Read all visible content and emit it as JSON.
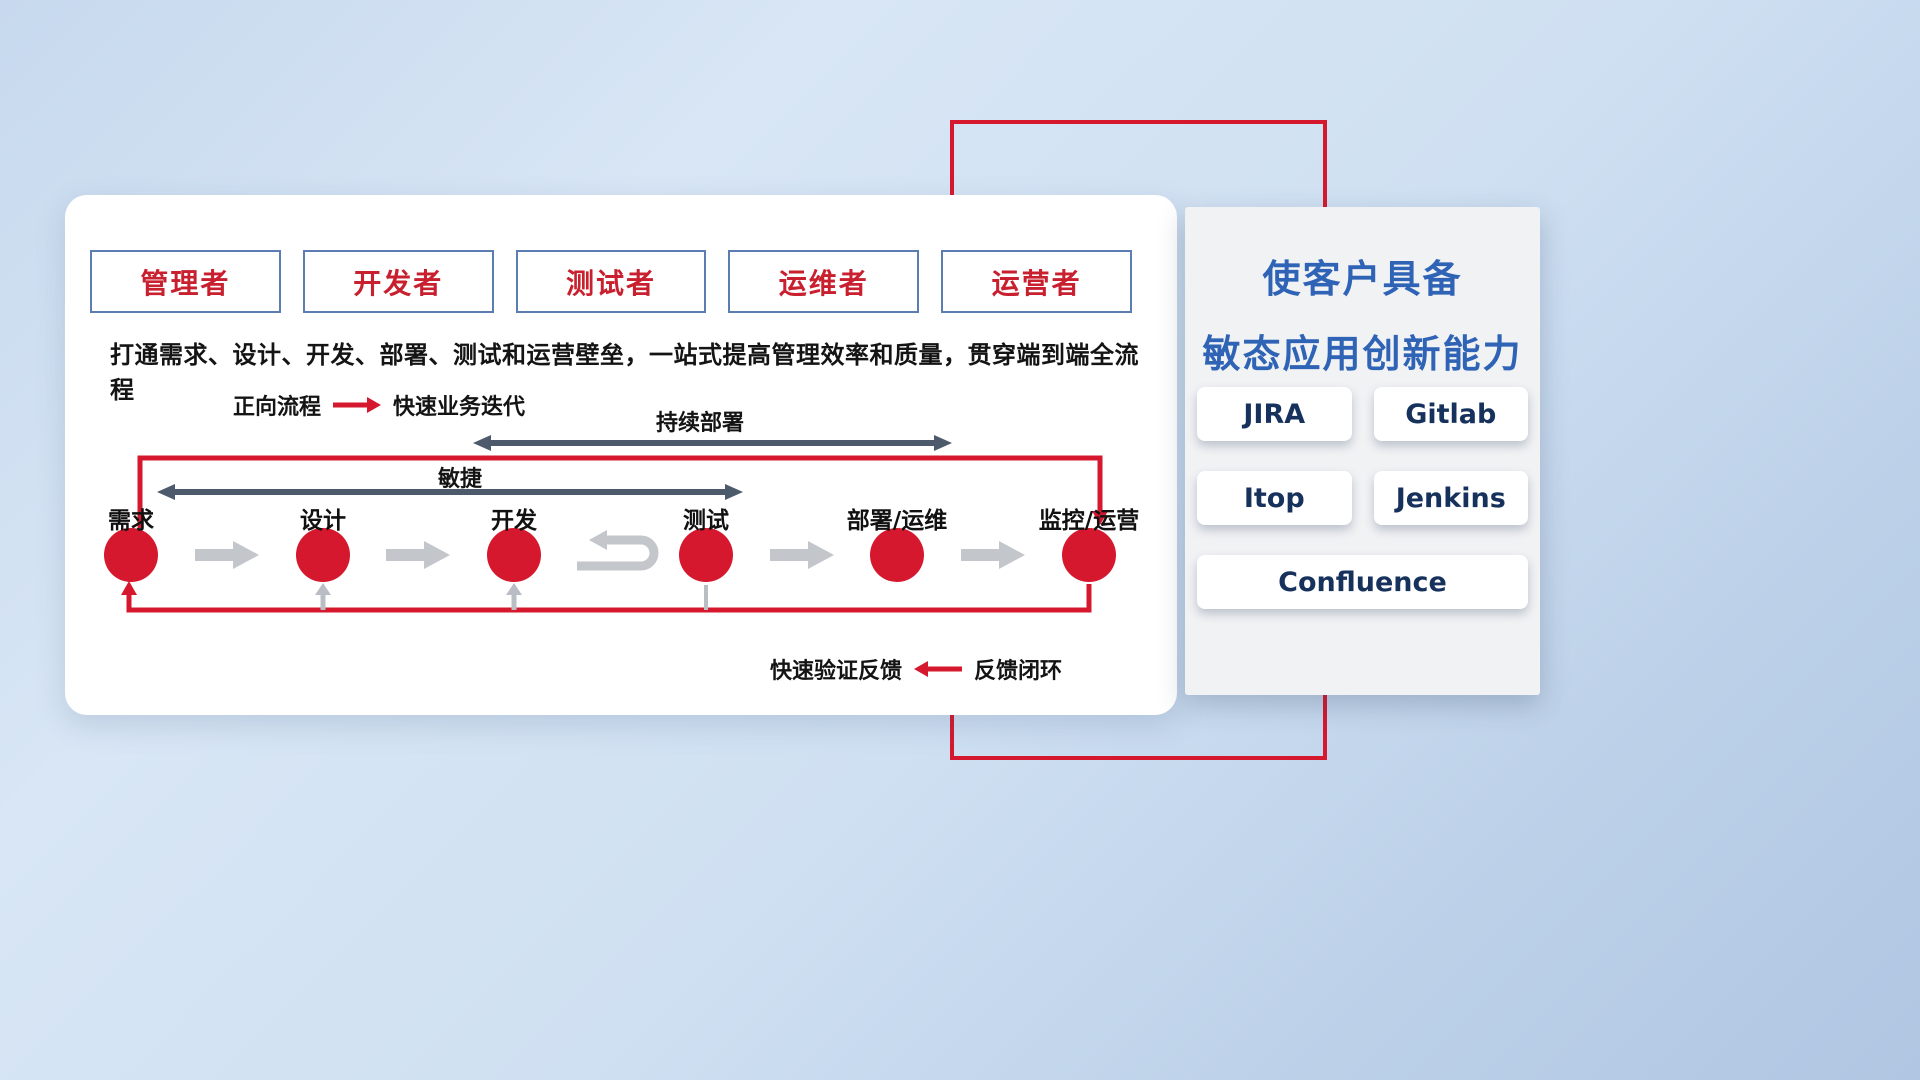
{
  "roles": [
    {
      "label": "管理者"
    },
    {
      "label": "开发者"
    },
    {
      "label": "测试者"
    },
    {
      "label": "运维者"
    },
    {
      "label": "运营者"
    }
  ],
  "subtitle": "打通需求、设计、开发、部署、测试和运营壁垒，一站式提高管理效率和质量，贯穿端到端全流程",
  "legend_forward": {
    "label": "正向流程",
    "desc": "快速业务迭代"
  },
  "legend_feedback": {
    "label": "快速验证反馈",
    "desc": "反馈闭环"
  },
  "span_arrows": [
    {
      "label": "持续部署"
    },
    {
      "label": "敏捷"
    }
  ],
  "stages": [
    {
      "label": "需求"
    },
    {
      "label": "设计"
    },
    {
      "label": "开发"
    },
    {
      "label": "测试"
    },
    {
      "label": "部署/运维"
    },
    {
      "label": "监控/运营"
    }
  ],
  "right_panel": {
    "title_line1": "使客户具备",
    "title_line2": "敏态应用创新能力",
    "tools": [
      "JIRA",
      "Gitlab",
      "Itop",
      "Jenkins",
      "Confluence"
    ]
  },
  "colors": {
    "accent_red": "#d6182e",
    "role_border_blue": "#5b7db1",
    "title_blue": "#2f63b5",
    "tool_navy": "#16325c",
    "span_arrow_gray": "#4d5a6b",
    "flow_arrow_gray": "#c3c6cb"
  }
}
